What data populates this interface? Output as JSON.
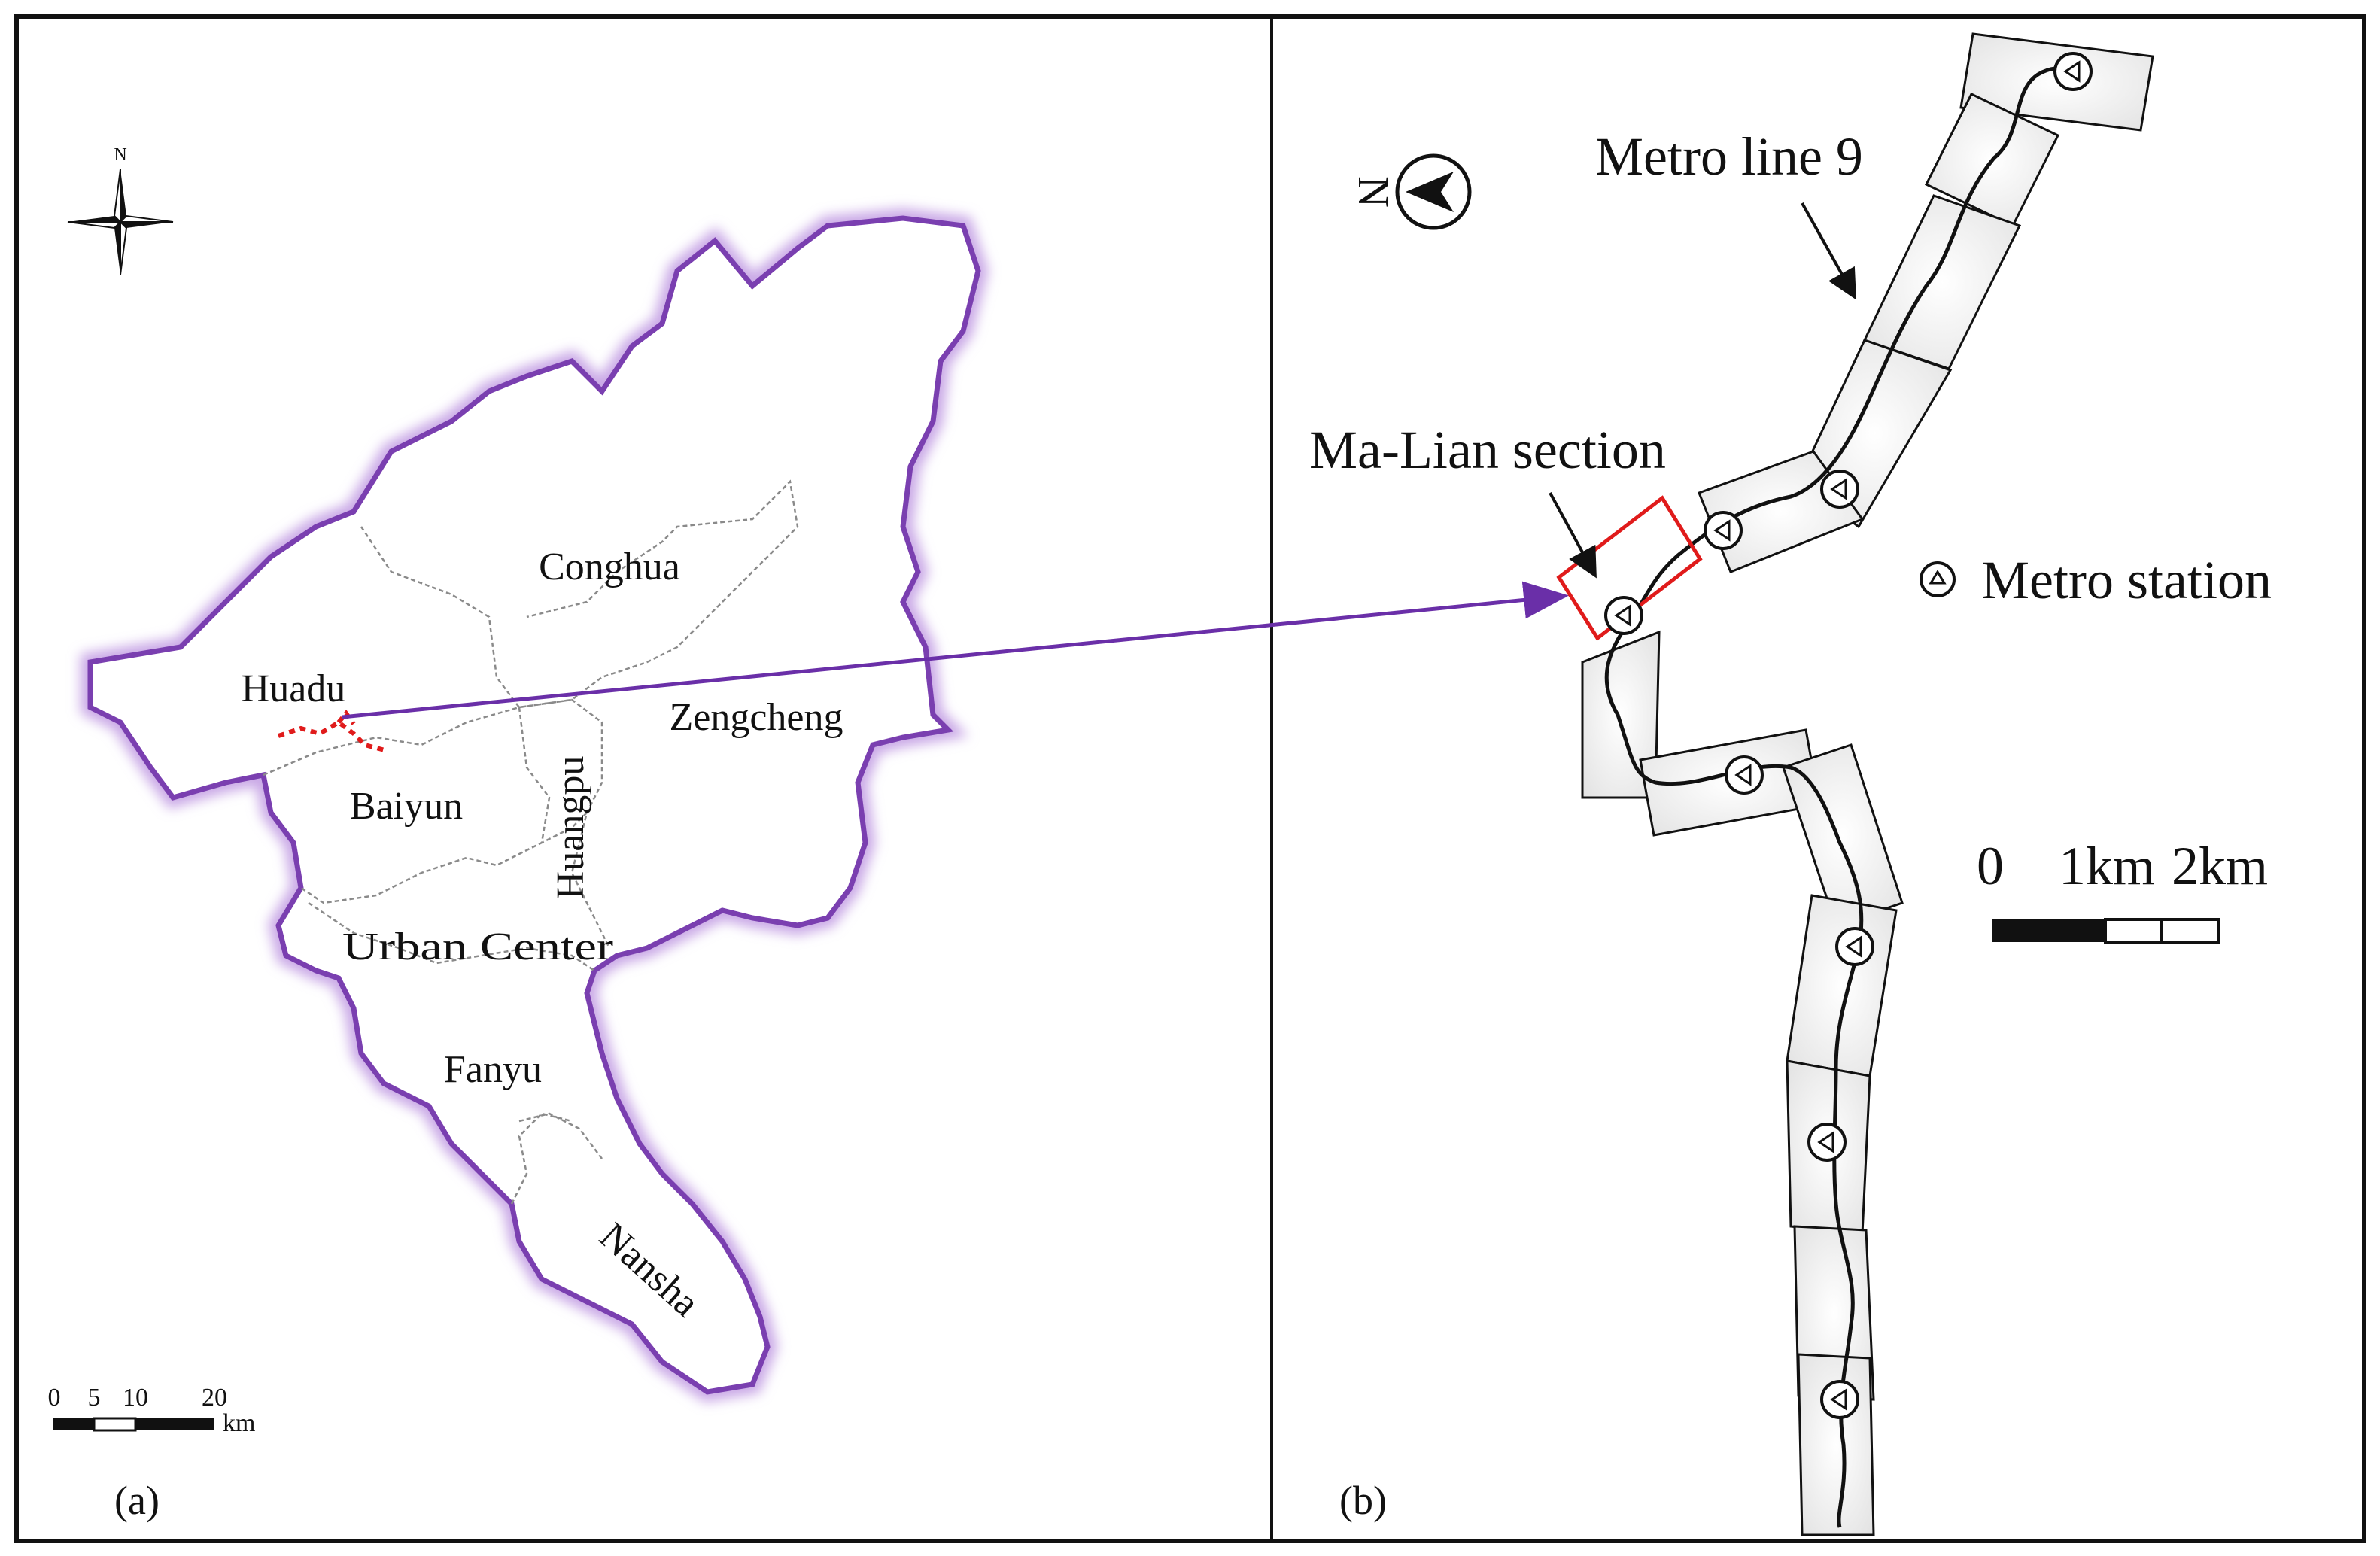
{
  "panel_a": {
    "panel_label": "(a)",
    "north_label": "N",
    "districts": {
      "conghua": "Conghua",
      "huadu": "Huadu",
      "zengcheng": "Zengcheng",
      "baiyun": "Baiyun",
      "huangpu": "Huangpu",
      "urban_center": "Urban Center",
      "fanyu": "Fanyu",
      "nansha": "Nansha"
    },
    "scale_bar": {
      "ticks": [
        "0",
        "5",
        "10",
        "20"
      ],
      "unit": "km"
    },
    "colors": {
      "boundary": "#7a3fb0",
      "boundary_glow": "#c9a8e6",
      "route": "#e01b1b",
      "inner_boundary": "#8a8a8a"
    }
  },
  "panel_b": {
    "panel_label": "(b)",
    "north_label": "N",
    "line_label": "Metro line 9",
    "section_label": "Ma-Lian section",
    "legend_station": "Metro station",
    "scale_bar": {
      "ticks": [
        "0",
        "1km",
        "2km"
      ]
    },
    "colors": {
      "section_box": "#e01b1b",
      "pointer_arrow": "#6a2fa8",
      "segment_fill": "#efefef"
    }
  }
}
